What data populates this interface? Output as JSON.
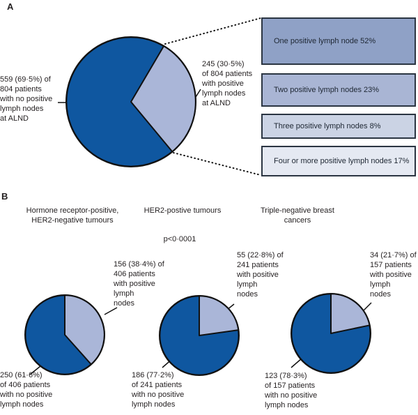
{
  "colors": {
    "pie_dark": "#0f57a0",
    "pie_light": "#aab6d8",
    "outline": "#111111",
    "box_border": "#2b3542",
    "text": "#231f20"
  },
  "panel_a": {
    "label": "A",
    "left_label": "559 (69·5%) of\n804 patients\nwith no positive\nlymph nodes\nat ALND",
    "right_label": "245 (30·5%)\nof 804 patients\nwith positive\nlymph nodes\nat ALND",
    "boxes": [
      {
        "label": "One positive lymph node 52%",
        "fill": "#8fa1c6"
      },
      {
        "label": "Two positive lymph nodes 23%",
        "fill": "#a9b5d4"
      },
      {
        "label": "Three positive lymph nodes 8%",
        "fill": "#cbd3e4"
      },
      {
        "label": "Four or more positive lymph nodes 17%",
        "fill": "#e5e9f2"
      }
    ]
  },
  "panel_b": {
    "label": "B",
    "p_value": "p<0·0001",
    "groups": [
      {
        "title": "Hormone receptor-positive,\nHER2-negative tumours",
        "positive_label": "156 (38·4%) of\n406 patients\nwith positive\nlymph\nnodes",
        "negative_label": "250 (61·6%)\nof 406 patients\nwith no positive\nlymph nodes"
      },
      {
        "title": "HER2-postive tumours",
        "positive_label": "55 (22·8%) of\n241 patients\nwith positive\nlymph\nnodes",
        "negative_label": "186 (77·2%)\nof 241 patients\nwith no positive\nlymph nodes"
      },
      {
        "title": "Triple-negative breast\ncancers",
        "positive_label": "34 (21·7%) of\n157 patients\nwith positive\nlymph\nnodes",
        "negative_label": "123 (78·3%)\nof 157 patients\nwith no positive\nlymph nodes"
      }
    ]
  },
  "chart_data": [
    {
      "type": "pie",
      "panel": "A",
      "slices": [
        {
          "label": "no positive lymph nodes at ALND",
          "value": 559,
          "of": 804,
          "pct": 69.5,
          "color": "#0f57a0"
        },
        {
          "label": "positive lymph nodes at ALND",
          "value": 245,
          "of": 804,
          "pct": 30.5,
          "color": "#aab6d8"
        }
      ],
      "light_start_deg": 30.5,
      "breakdown": [
        {
          "label": "One positive lymph node",
          "pct": 52
        },
        {
          "label": "Two positive lymph nodes",
          "pct": 23
        },
        {
          "label": "Three positive lymph nodes",
          "pct": 8
        },
        {
          "label": "Four or more positive lymph nodes",
          "pct": 17
        }
      ]
    },
    {
      "type": "pie",
      "panel": "B",
      "title": "Hormone receptor-positive, HER2-negative tumours",
      "slices": [
        {
          "label": "no positive lymph nodes",
          "value": 250,
          "of": 406,
          "pct": 61.6,
          "color": "#0f57a0"
        },
        {
          "label": "positive lymph nodes",
          "value": 156,
          "of": 406,
          "pct": 38.4,
          "color": "#aab6d8"
        }
      ],
      "light_start_deg": 0
    },
    {
      "type": "pie",
      "panel": "B",
      "title": "HER2-postive tumours",
      "p_value": "p<0·0001",
      "slices": [
        {
          "label": "no positive lymph nodes",
          "value": 186,
          "of": 241,
          "pct": 77.2,
          "color": "#0f57a0"
        },
        {
          "label": "positive lymph nodes",
          "value": 55,
          "of": 241,
          "pct": 22.8,
          "color": "#aab6d8"
        }
      ],
      "light_start_deg": 0
    },
    {
      "type": "pie",
      "panel": "B",
      "title": "Triple-negative breast cancers",
      "slices": [
        {
          "label": "no positive lymph nodes",
          "value": 123,
          "of": 157,
          "pct": 78.3,
          "color": "#0f57a0"
        },
        {
          "label": "positive lymph nodes",
          "value": 34,
          "of": 157,
          "pct": 21.7,
          "color": "#aab6d8"
        }
      ],
      "light_start_deg": 0
    }
  ]
}
